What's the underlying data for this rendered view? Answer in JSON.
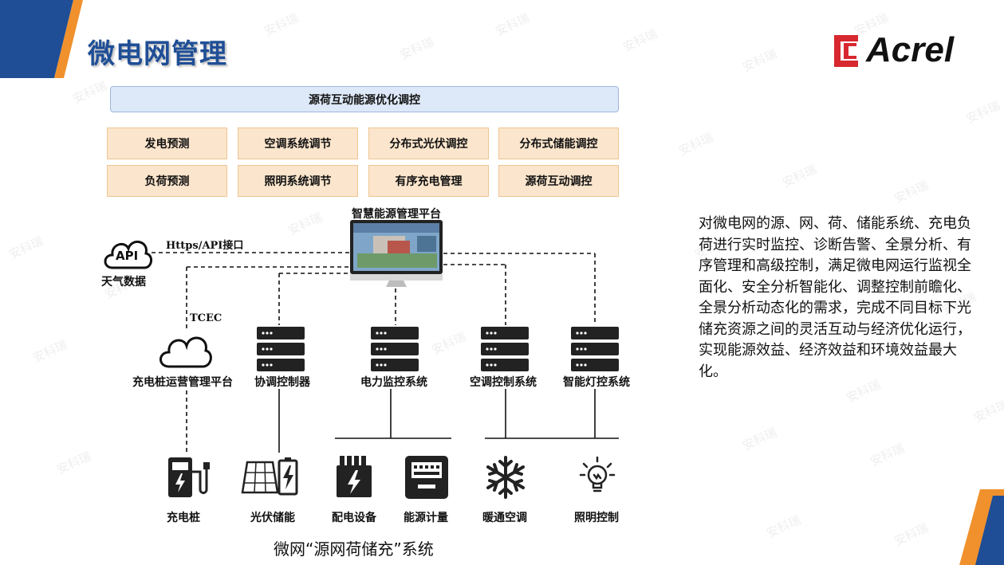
{
  "header": {
    "title": "微电网管理",
    "logo_text": "Acrel"
  },
  "diagram": {
    "top_bar": "源荷互动能源优化调控",
    "functions": [
      "发电预测",
      "空调系统调节",
      "分布式光伏调控",
      "分布式储能调控",
      "负荷预测",
      "照明系统调节",
      "有序充电管理",
      "源荷互动调控"
    ],
    "platform_label": "智慧能源管理平台",
    "api_text": "API",
    "weather_label": "天气数据",
    "link_label": "Https/API接口",
    "tcec_label": "TCEC",
    "cloud_platform_label": "充电桩运营管理平台",
    "servers": [
      "协调控制器",
      "电力监控系统",
      "空调控制系统",
      "智能灯控系统"
    ],
    "devices": [
      "充电桩",
      "光伏储能",
      "配电设备",
      "能源计量",
      "暖通空调",
      "照明控制"
    ]
  },
  "description": "对微电网的源、网、荷、储能系统、充电负荷进行实时监控、诊断告警、全景分析、有序管理和高级控制，满足微电网运行监视全面化、安全分析智能化、调整控制前瞻化、全景分析动态化的需求，完成不同目标下光储充资源之间的灵活互动与经济优化运行，实现能源效益、经济效益和环境效益最大化。",
  "caption": "微网“源网荷储充”系统",
  "watermark": "安科瑞",
  "colors": {
    "title": "#1f4e96",
    "accent_orange": "#f0912d",
    "accent_navy": "#1f4e96",
    "logo_red": "#d7282f",
    "function_box": "#fbe5cc",
    "top_bar": "#dde8f8"
  }
}
